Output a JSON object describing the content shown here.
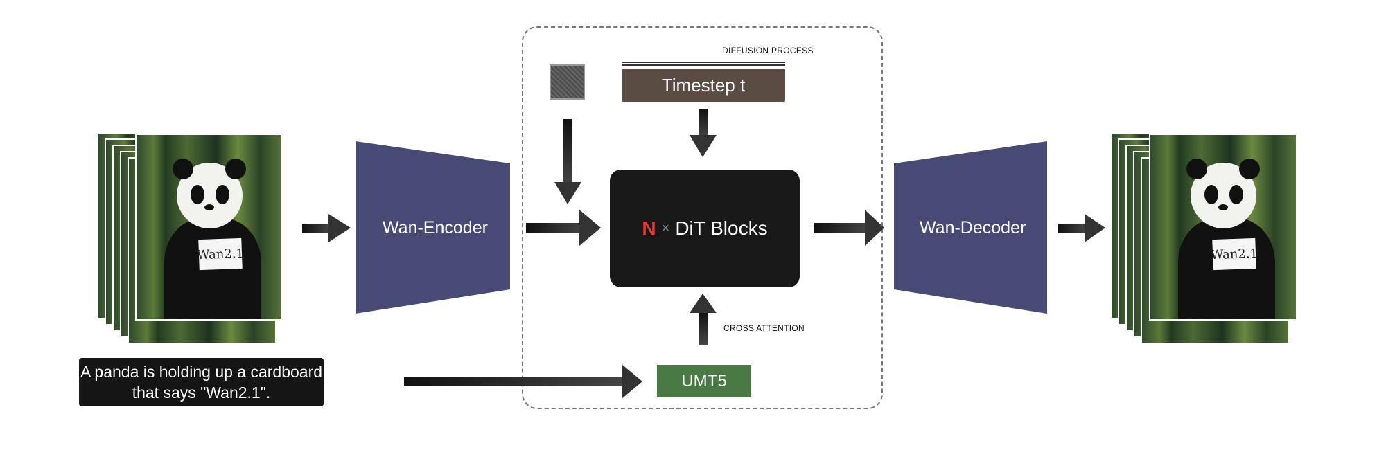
{
  "labels": {
    "diffusion_process": "DIFFUSION PROCESS",
    "timestep": "Timestep t",
    "dit_n": "N",
    "dit_times": "×",
    "dit_blocks": "DiT Blocks",
    "cross_attention": "CROSS ATTENTION",
    "umt5": "UMT5",
    "encoder": "Wan-Encoder",
    "decoder": "Wan-Decoder",
    "prompt": "A panda is holding up a cardboard that says \"Wan2.1\".",
    "sign_text": "Wan2.1"
  },
  "colors": {
    "encoder_decoder": "#484a76",
    "timestep": "#5a4c42",
    "dit": "#181818",
    "umt5": "#4a7a44",
    "n_accent": "#e53935"
  }
}
